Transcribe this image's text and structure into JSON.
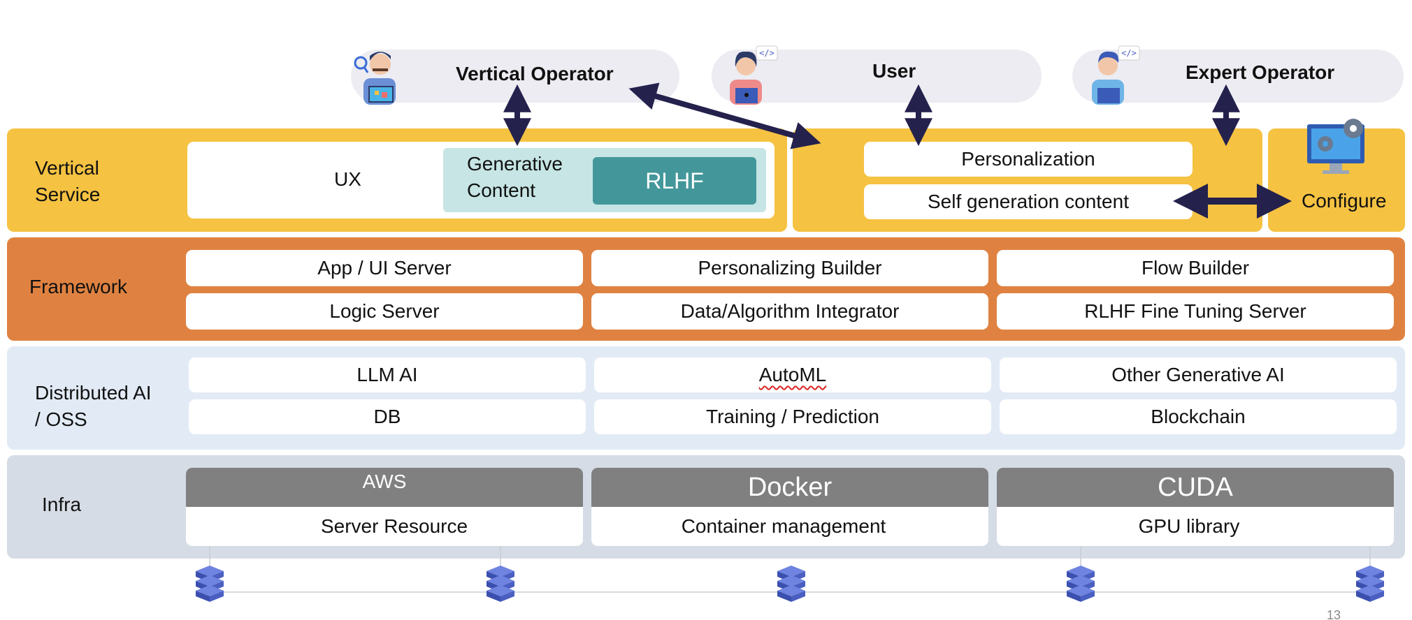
{
  "actors": {
    "vertical_operator": "Vertical Operator",
    "user": "User",
    "expert_operator": "Expert Operator"
  },
  "vertical_service": {
    "label_line1": "Vertical",
    "label_line2": "Service",
    "ux": "UX",
    "generative_line1": "Generative",
    "generative_line2": "Content",
    "rlhf": "RLHF",
    "personalization": "Personalization",
    "self_generation": "Self generation content",
    "configure": "Configure"
  },
  "framework": {
    "label": "Framework",
    "items": [
      "App / UI Server",
      "Personalizing Builder",
      "Flow Builder",
      "Logic Server",
      "Data/Algorithm Integrator",
      "RLHF Fine Tuning Server"
    ]
  },
  "distributed": {
    "label_line1": "Distributed AI",
    "label_line2": "/ OSS",
    "items": [
      "LLM AI",
      "AutoML",
      "Other Generative AI",
      "DB",
      "Training / Prediction",
      "Blockchain"
    ]
  },
  "infra": {
    "label": "Infra",
    "cards": [
      {
        "head": "AWS",
        "body": "Server Resource"
      },
      {
        "head": "Docker",
        "body": "Container management"
      },
      {
        "head": "CUDA",
        "body": "GPU library"
      }
    ]
  },
  "page_number": "13",
  "colors": {
    "vertical_service": "#f5c242",
    "framework": "#df8241",
    "distributed": "#e2ebf5",
    "infra": "#d5dce5",
    "rlhf": "#43979a",
    "generative": "#c6e5e4",
    "arrow": "#24214d",
    "infra_head": "#808080",
    "server_icon": "#4a5fc1"
  }
}
